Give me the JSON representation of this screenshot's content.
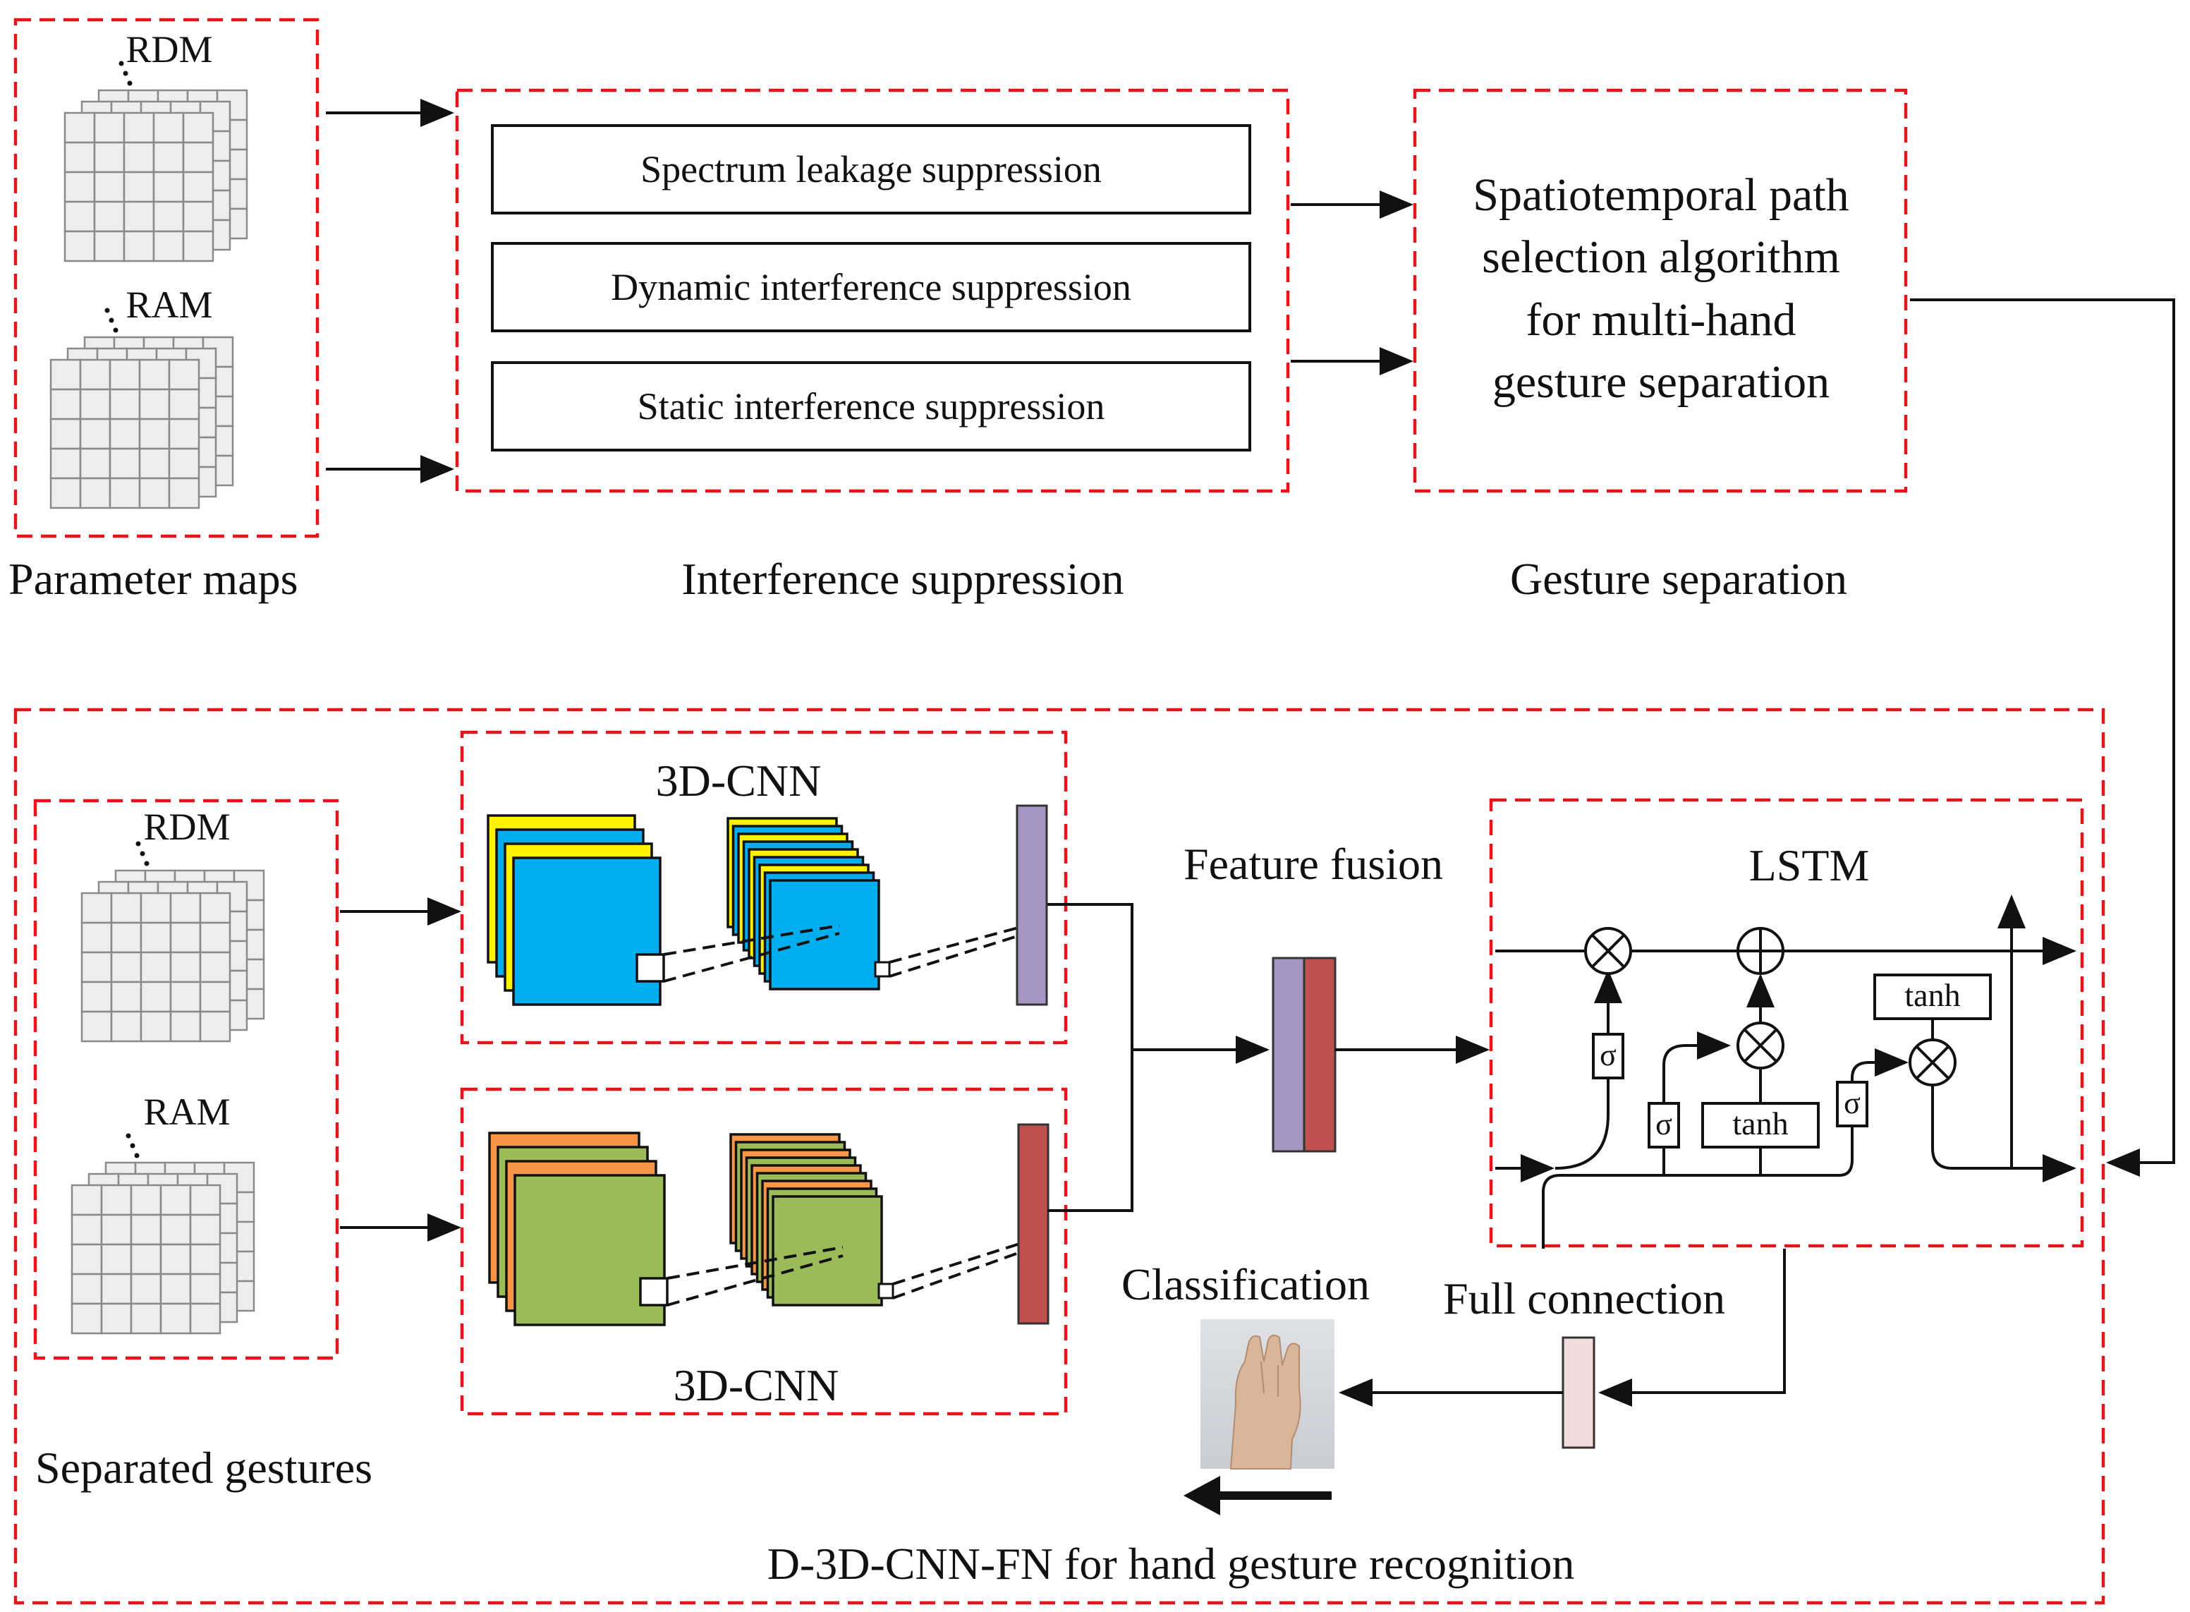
{
  "parameter_maps": {
    "title": "Parameter maps",
    "rdm_label": "RDM",
    "ram_label": "RAM"
  },
  "interference_suppression": {
    "title": "Interference suppression",
    "steps": [
      "Spectrum leakage suppression",
      "Dynamic interference suppression",
      "Static interference suppression"
    ]
  },
  "gesture_separation": {
    "title": "Gesture separation",
    "algorithm_lines": [
      "Spatiotemporal path",
      "selection algorithm",
      "for multi-hand",
      "gesture separation"
    ]
  },
  "recognition": {
    "title": "D-3D-CNN-FN for hand gesture recognition",
    "separated_gestures": "Separated gestures",
    "rdm_label": "RDM",
    "ram_label": "RAM",
    "cnn_top_label": "3D-CNN",
    "cnn_bottom_label": "3D-CNN",
    "feature_fusion": "Feature fusion",
    "lstm_title": "LSTM",
    "lstm_sigma": "σ",
    "lstm_tanh": "tanh",
    "classification": "Classification",
    "full_connection": "Full connection"
  },
  "colors": {
    "dashed_frame": "#e8131b",
    "cnn_top_front": "#00aeef",
    "cnn_top_back": "#fff200",
    "cnn_bottom_front": "#9bbb59",
    "cnn_bottom_back": "#f79646",
    "feature_vector_top": "#a596c2",
    "feature_vector_bottom": "#c0504d",
    "full_connection_bar": "#f2dcdb"
  }
}
